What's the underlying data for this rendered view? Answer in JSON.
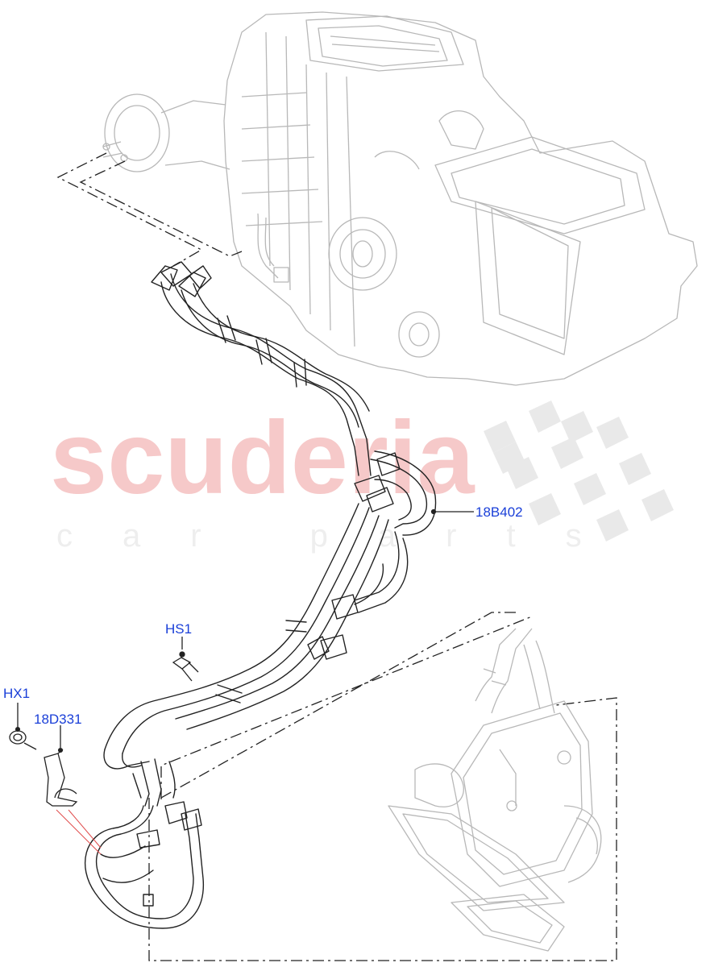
{
  "watermark": {
    "brand": "scuderia",
    "tagline": "car parts",
    "brand_color": "#f4c3c3",
    "flag_color": "#e6e6e6"
  },
  "callouts": {
    "hose_assembly": "18B402",
    "clip": "HS1",
    "grommet": "HX1",
    "bracket": "18D331",
    "color": "#1a3fd8"
  },
  "colors": {
    "line_art": "#222222",
    "faint_line_art": "#b8b8b8",
    "leader_red": "#e04a4a"
  }
}
